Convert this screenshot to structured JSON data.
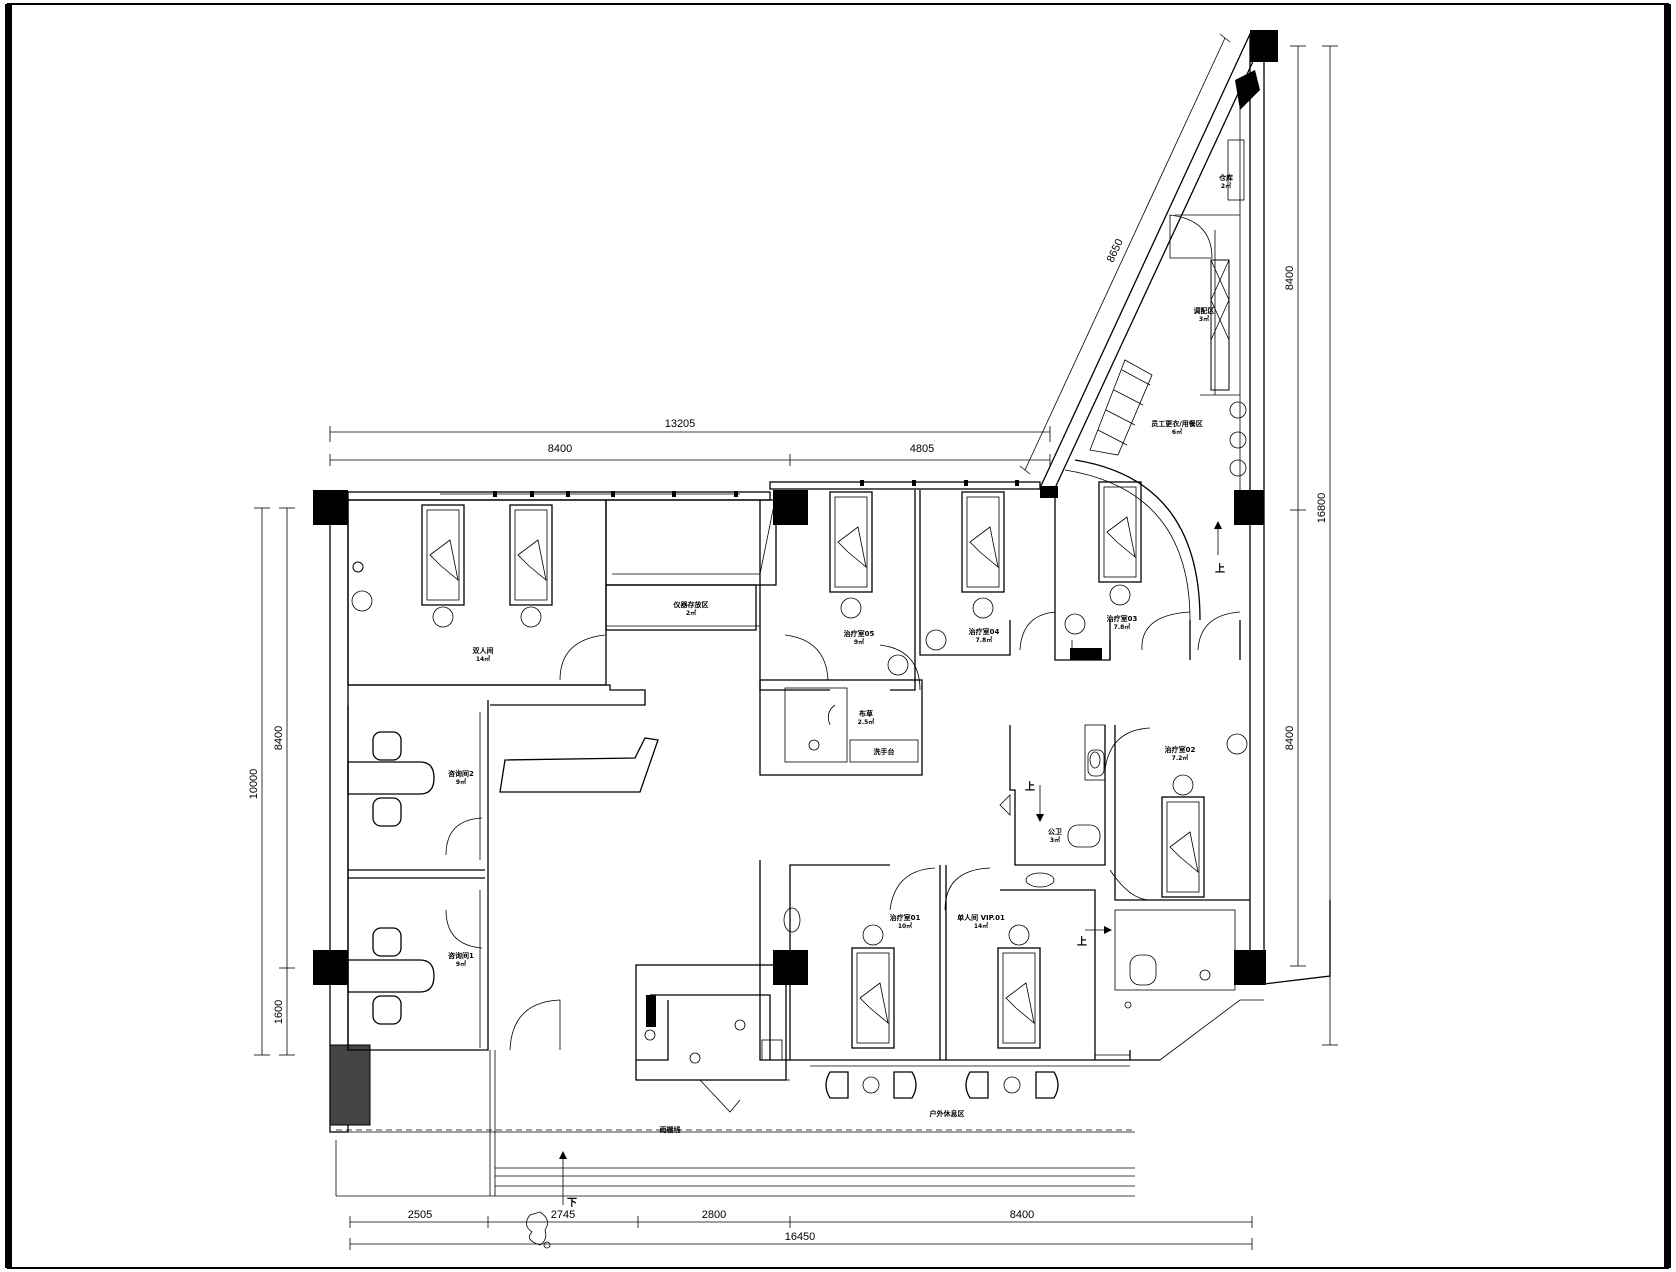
{
  "dimensions": {
    "top_total": "13205",
    "top_left": "8400",
    "top_right": "4805",
    "diagonal": "8650",
    "right_upper": "8400",
    "right_total": "16800",
    "right_lower": "8400",
    "left_total": "10000",
    "left_upper": "8400",
    "left_lower": "1600",
    "bottom_1": "2505",
    "bottom_2": "2745",
    "bottom_3": "2800",
    "bottom_4": "8400",
    "bottom_total": "16450"
  },
  "rooms": {
    "double_room": {
      "name": "双人间",
      "area": "14㎡"
    },
    "storage_instruments": {
      "name": "仪器存放区",
      "area": "2㎡"
    },
    "treatment_05": {
      "name": "治疗室05",
      "area": "9㎡"
    },
    "treatment_04": {
      "name": "治疗室04",
      "area": "7.8㎡"
    },
    "treatment_03": {
      "name": "治疗室03",
      "area": "7.8㎡"
    },
    "treatment_02": {
      "name": "治疗室02",
      "area": "7.2㎡"
    },
    "treatment_01": {
      "name": "治疗室01",
      "area": "10㎡"
    },
    "vip_room": {
      "name": "单人间 VIP.01",
      "area": "14㎡"
    },
    "consult_2": {
      "name": "咨询间2",
      "area": "9㎡"
    },
    "consult_1": {
      "name": "咨询间1",
      "area": "9㎡"
    },
    "linen": {
      "name": "布草",
      "area": "2.5㎡"
    },
    "sink_counter": {
      "name": "洗手台"
    },
    "public_wc": {
      "name": "公卫",
      "area": "3㎡"
    },
    "warehouse": {
      "name": "仓库",
      "area": "2㎡"
    },
    "prep_area": {
      "name": "调配区",
      "area": "3㎡"
    },
    "staff_area": {
      "name": "员工更衣/用餐区",
      "area": "6㎡"
    },
    "outdoor_rest": {
      "name": "户外休息区"
    },
    "canopy": {
      "name": "雨棚线"
    }
  },
  "labels": {
    "up": "上",
    "down": "下"
  }
}
